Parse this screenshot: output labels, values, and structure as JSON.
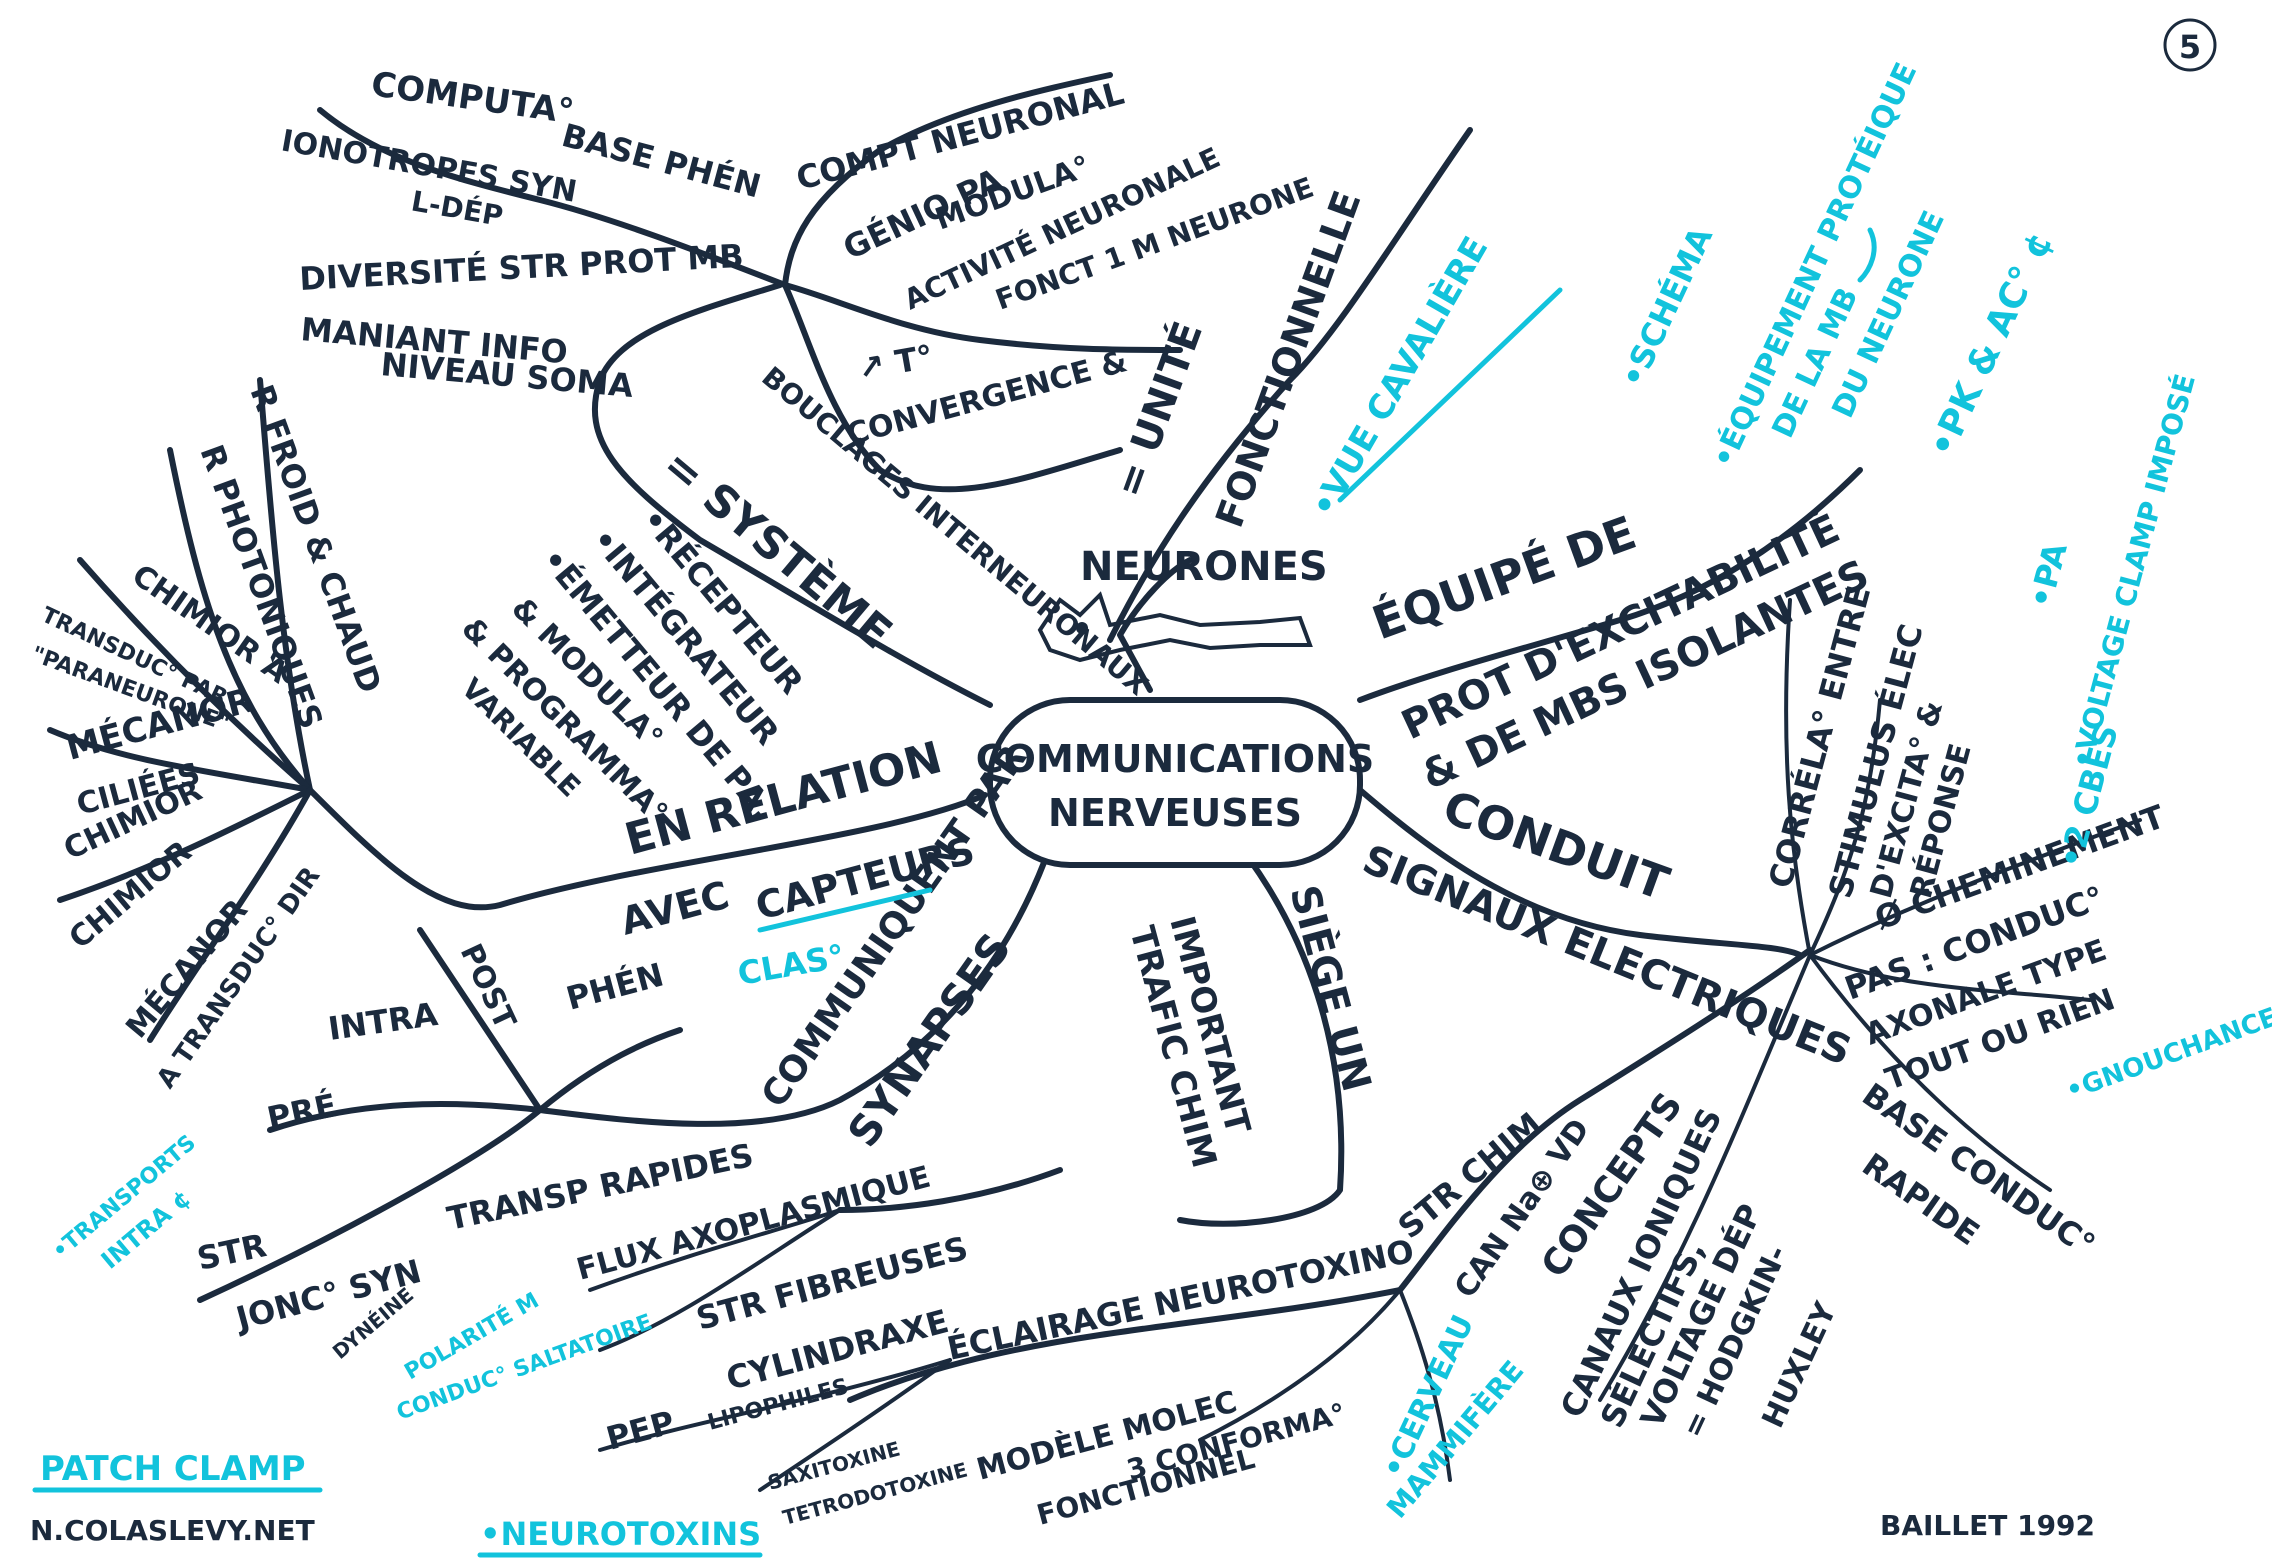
{
  "page_number": "5",
  "center": {
    "line1": "COMMUNICATIONS",
    "line2": "NERVEUSES"
  },
  "footer": {
    "site": "N.COLASLEVY.NET",
    "credit": "BAILLET 1992"
  },
  "labels": {
    "neurones": "NEURONES",
    "unite": "= UNITÉ",
    "fonctionnelle": "FONCTIONNELLE",
    "vue_cavaliere": "•VUE CAVALIÈRE",
    "equipe": "ÉQUIPÉ DE",
    "prot_excit": "PROT D'EXCITABILITÉ",
    "mbs_isolantes": "& DE MBS ISOLANTES",
    "schema": "•SCHÉMA",
    "equip_prot1": "•ÉQUIPEMENT PROTÉIQUE",
    "equip_prot2": "DE LA MB",
    "equip_prot3": "DU NEURONE",
    "pk_ac": "•PK & AC° ¢",
    "conduit": "CONDUIT",
    "signaux": "SIGNAUX ÉLECTRIQUES",
    "correla": "CORRÉLA° ENTRE",
    "stimulus": "STIMULUS ÉLEC",
    "excita": "D'EXCITA° &",
    "reponse": "RÉPONSE",
    "cheminement": "Ø CHEMINEMENT",
    "pas_conduc": "PAS : CONDUC°",
    "axonale": "AXONALE TYPE",
    "toutourien": "TOUT OU RIEN",
    "base_conduc": "BASE CONDUC°",
    "rapide": "RAPIDE",
    "pa_c": "•PA",
    "voltage_clamp": "•VOLTAGE CLAMP IMPOSÉ",
    "deux_cbes": "•2 CBES",
    "gnouchance": "•GNOUCHANCE",
    "siege_un": "SIÈGE UN",
    "important": "IMPORTANT",
    "trafic_chim": "TRAFIC CHIM",
    "str_chim": "STR CHIM",
    "can_na": "CAN Na⊕ VD",
    "concepts": "CONCEPTS",
    "canaux": "CANAUX IONIQUES",
    "selectifs": "SÉLECTIFS,",
    "voltage_dep": "VOLTAGE DÉP",
    "hodgkin": "= HODGKIN-",
    "huxley": "HUXLEY",
    "cerveau": "•CERVEAU",
    "mammifere": "MAMMIFÈRE",
    "eclairage": "ÉCLAIRAGE NEUROTOXINO",
    "modele": "MODÈLE MOLEC",
    "fonctionnel": "FONCTIONNEL",
    "conforma": "3 CONFORMA°",
    "neurotoxins": "•NEUROTOXINS",
    "lipophiles": "LIPOPHILES",
    "saxitoxine": "SAXITOXINE",
    "tetrodotoxine": "TETRODOTOXINE",
    "pep": "PEP",
    "cylinoraxe": "CYLINDRAXE",
    "str_fibreuses": "STR FIBREUSES",
    "flux": "FLUX AXOPLASMIQUE",
    "transp": "TRANSP RAPIDES",
    "str": "STR",
    "jonc_syn": "JONC° SYN",
    "dyneine": "DYNÉINE",
    "polarite": "POLARITÉ M",
    "conduc_salt": "CONDUC° SALTATOIRE",
    "transports": "•TRANSPORTS",
    "intra_c": "INTRA ¢",
    "patch": "PATCH CLAMP",
    "communiquent": "COMMUNIQUENT PAR",
    "synapses": "SYNAPSES",
    "intra": "INTRA",
    "post": "POST",
    "phen_b": "PHÉN",
    "pre": "PRÉ",
    "avec": "AVEC",
    "capteurs": "CAPTEURS",
    "class": "CLAS°",
    "en_relation": "EN RELATION",
    "systeme": "= SYSTÈME",
    "recepteur": "•RÉCEPTEUR",
    "integrateur": "•INTÉGRATEUR",
    "emetteur": "•ÉMETTEUR DE PA,",
    "modula2": "& MODULA°",
    "programma": "& PROGRAMMA°",
    "variable": "VARIABLE",
    "froid": "R FROID & CHAUD",
    "photoniques": "R PHOTONIQUES",
    "chimiora": "CHIMIOR A",
    "transduc": "TRANSDUC° PAR",
    "paraneurone": "\"PARANEURONE\"",
    "mecanor": "MÉCANOR",
    "cilies": "CILIÉES",
    "chimior": "CHIMIOR",
    "chimior2": "CHIMIOR",
    "mecanor2": "MÉCANOR",
    "transduc_dir": "A TRANSDUC° DIR",
    "computa": "COMPUTA°",
    "base_phen": "BASE PHÉN",
    "comportement": "COMPT NEURONAL",
    "ionotropes": "IONOTROPES SYN",
    "l_dep": "L-DÉP",
    "diversite": "DIVERSITÉ STR PROT MB",
    "maniant": "MANIANT INFO",
    "niveau": "NIVEAU SOMA",
    "genio": "GÉNIO PA",
    "modula": "MODULA°",
    "activite": "ACTIVITÉ NEURONALE",
    "fonct": "FONCT 1 M NEURONE",
    "temp": "↗ T°",
    "convergence": "CONVERGENCE &",
    "bouclages": "BOUCLAGES INTERNEURONAUX"
  }
}
